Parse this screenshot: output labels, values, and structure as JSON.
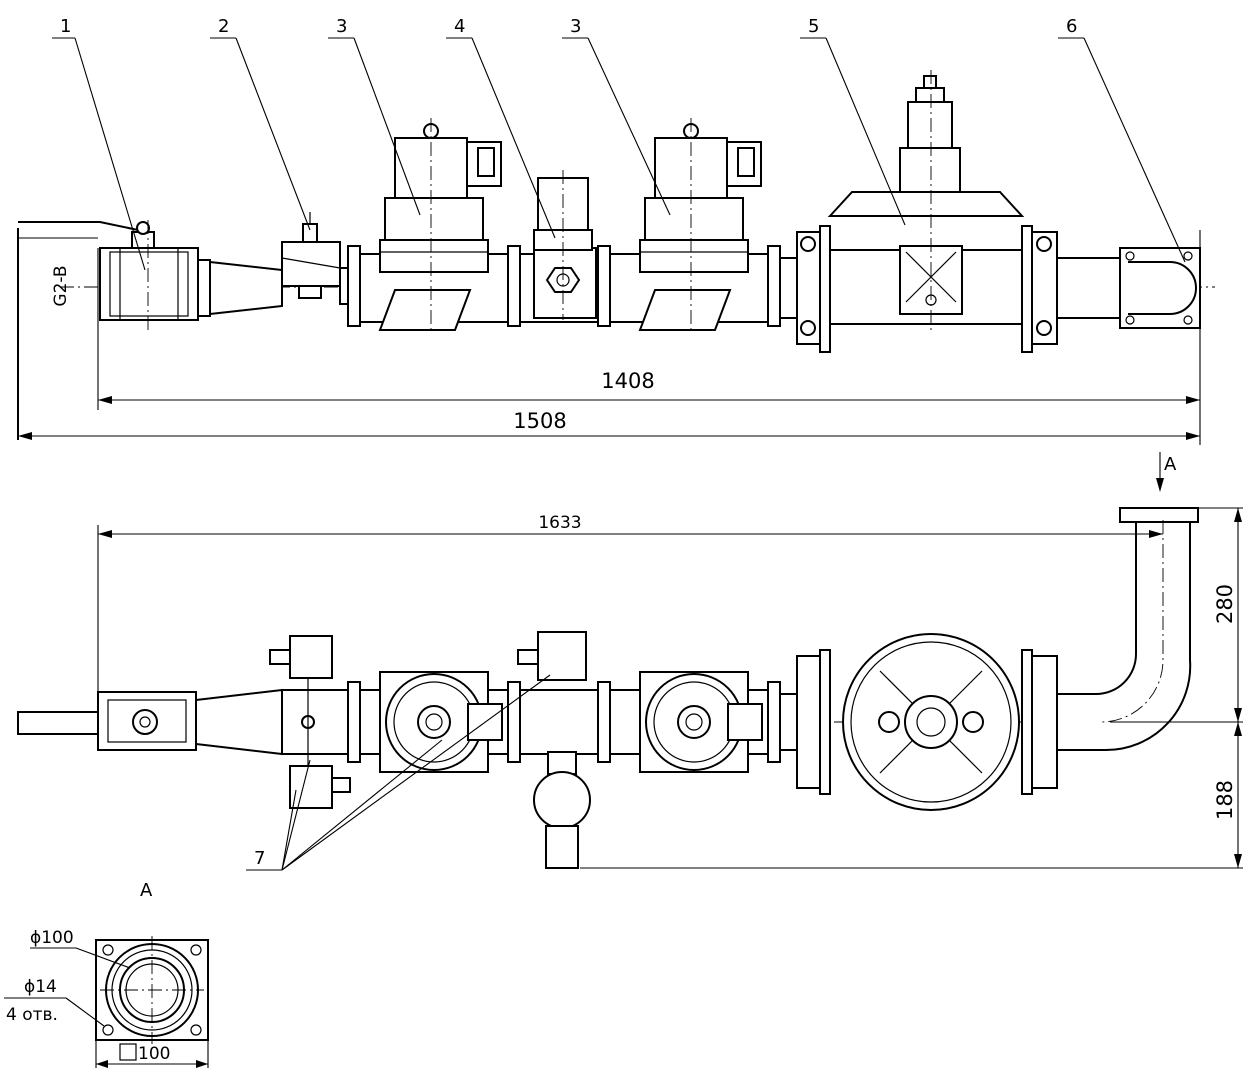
{
  "callouts": {
    "item1": "1",
    "item2": "2",
    "item3a": "3",
    "item4": "4",
    "item3b": "3",
    "item5": "5",
    "item6": "6",
    "item7": "7"
  },
  "dimensions": {
    "thread": "G2-B",
    "len_1408": "1408",
    "len_1508": "1508",
    "len_1633": "1633",
    "h_280": "280",
    "h_188": "188"
  },
  "view_a": {
    "arrow_label": "A",
    "title": "A",
    "diameter": "ϕ100",
    "hole_diameter": "ϕ14",
    "hole_count": "4 отв.",
    "square": "100"
  }
}
